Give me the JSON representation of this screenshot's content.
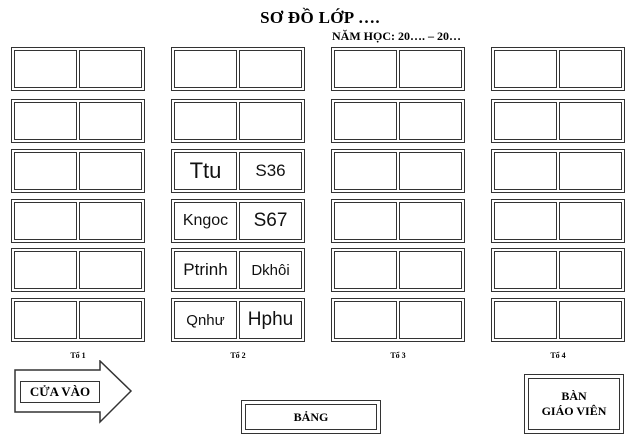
{
  "header": {
    "title": "SƠ ĐỒ LỚP ….",
    "subtitle": "NĂM HỌC: 20…. – 20…"
  },
  "groups": [
    {
      "label": "Tổ 1",
      "rows": [
        [
          "",
          ""
        ],
        [
          "",
          ""
        ],
        [
          "",
          ""
        ],
        [
          "",
          ""
        ],
        [
          "",
          ""
        ],
        [
          "",
          ""
        ]
      ]
    },
    {
      "label": "Tổ 2",
      "rows": [
        [
          "",
          ""
        ],
        [
          "",
          ""
        ],
        [
          "Ttu",
          "S36"
        ],
        [
          "Kngoc",
          "S67"
        ],
        [
          "Ptrinh",
          "Dkhôi"
        ],
        [
          "Qnhư",
          "Hphu"
        ]
      ]
    },
    {
      "label": "Tổ 3",
      "rows": [
        [
          "",
          ""
        ],
        [
          "",
          ""
        ],
        [
          "",
          ""
        ],
        [
          "",
          ""
        ],
        [
          "",
          ""
        ],
        [
          "",
          ""
        ]
      ]
    },
    {
      "label": "Tổ 4",
      "rows": [
        [
          "",
          ""
        ],
        [
          "",
          ""
        ],
        [
          "",
          ""
        ],
        [
          "",
          ""
        ],
        [
          "",
          ""
        ],
        [
          "",
          ""
        ]
      ]
    }
  ],
  "door": {
    "label": "CỬA VÀO"
  },
  "board": {
    "label": "BẢNG"
  },
  "teacher_desk": {
    "line1": "BÀN",
    "line2": "GIÁO VIÊN"
  }
}
